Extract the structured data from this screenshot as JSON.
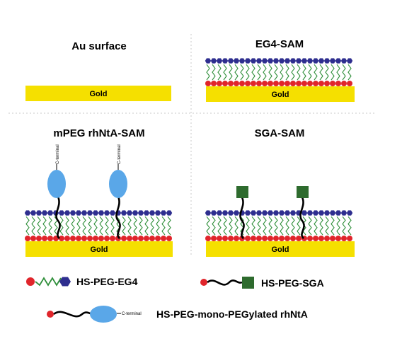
{
  "panels": {
    "au_surface": {
      "title": "Au surface",
      "substrate": "Gold"
    },
    "eg4_sam": {
      "title": "EG4-SAM",
      "substrate": "Gold"
    },
    "mpeg_sam": {
      "title": "mPEG rhNtA-SAM",
      "substrate": "Gold",
      "terminal_label": "C-terminal"
    },
    "sga_sam": {
      "title": "SGA-SAM",
      "substrate": "Gold"
    }
  },
  "legend": {
    "eg4": "HS-PEG-EG4",
    "sga": "HS-PEG-SGA",
    "rhnta": "HS-PEG-mono-PEGylated rhNtA",
    "terminal_label": "C-terminal"
  },
  "colors": {
    "gold": "#f5e000",
    "thiol": "#e0252b",
    "eg4_head": "#2e2e8f",
    "chain": "#2f8f3a",
    "protein": "#5aa7e8",
    "sga_head": "#2e6b2e",
    "tether": "#000000",
    "divider": "#c8c8c8"
  }
}
